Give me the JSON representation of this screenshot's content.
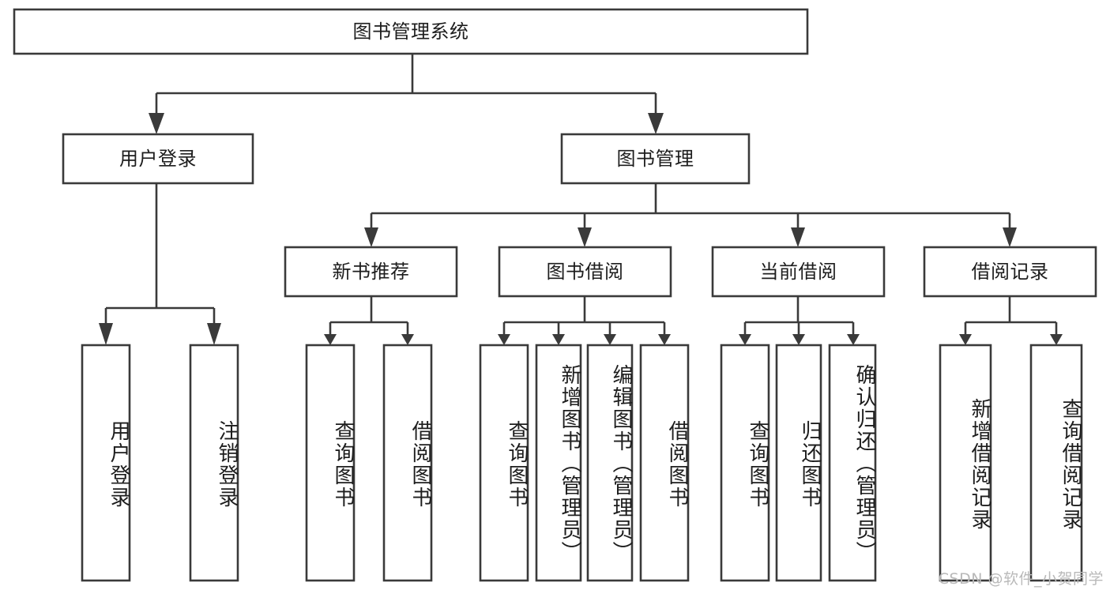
{
  "diagram": {
    "type": "tree",
    "title": "图书管理系统",
    "watermark": "CSDN @软件_小贺同学",
    "colors": {
      "stroke": "#3a3a3a",
      "fill": "#ffffff",
      "text": "#1d1d1d",
      "watermark": "#b9b9b9",
      "background": "#ffffff"
    },
    "nodes": {
      "root": {
        "label": "图书管理系统",
        "orientation": "horizontal",
        "level": 0
      },
      "l1_user_login": {
        "label": "用户登录",
        "orientation": "horizontal",
        "level": 1
      },
      "l1_book_manage": {
        "label": "图书管理",
        "orientation": "horizontal",
        "level": 1
      },
      "l2_new_book_rec": {
        "label": "新书推荐",
        "orientation": "horizontal",
        "level": 2
      },
      "l2_book_borrow": {
        "label": "图书借阅",
        "orientation": "horizontal",
        "level": 2
      },
      "l2_current_borrow": {
        "label": "当前借阅",
        "orientation": "horizontal",
        "level": 2
      },
      "l2_borrow_record": {
        "label": "借阅记录",
        "orientation": "horizontal",
        "level": 2
      },
      "leaf_user_login": {
        "label": "用户登录",
        "orientation": "vertical",
        "level": 3
      },
      "leaf_logout": {
        "label": "注销登录",
        "orientation": "vertical",
        "level": 3
      },
      "leaf_query_book_a": {
        "label": "查询图书",
        "orientation": "vertical",
        "level": 3
      },
      "leaf_borrow_book_a": {
        "label": "借阅图书",
        "orientation": "vertical",
        "level": 3
      },
      "leaf_query_book_b": {
        "label": "查询图书",
        "orientation": "vertical",
        "level": 3
      },
      "leaf_add_book": {
        "label": "新增图书（管理员）",
        "orientation": "vertical",
        "level": 3
      },
      "leaf_edit_book": {
        "label": "编辑图书（管理员）",
        "orientation": "vertical",
        "level": 3
      },
      "leaf_borrow_book_b": {
        "label": "借阅图书",
        "orientation": "vertical",
        "level": 3
      },
      "leaf_query_book_c": {
        "label": "查询图书",
        "orientation": "vertical",
        "level": 3
      },
      "leaf_return_book": {
        "label": "归还图书",
        "orientation": "vertical",
        "level": 3
      },
      "leaf_confirm_return": {
        "label": "确认归还（管理员）",
        "orientation": "vertical",
        "level": 3
      },
      "leaf_add_record": {
        "label": "新增借阅记录",
        "orientation": "vertical",
        "level": 3
      },
      "leaf_query_record": {
        "label": "查询借阅记录",
        "orientation": "vertical",
        "level": 3
      }
    },
    "edges": [
      {
        "from": "root",
        "to": "l1_user_login"
      },
      {
        "from": "root",
        "to": "l1_book_manage"
      },
      {
        "from": "l1_user_login",
        "to": "leaf_user_login"
      },
      {
        "from": "l1_user_login",
        "to": "leaf_logout"
      },
      {
        "from": "l1_book_manage",
        "to": "l2_new_book_rec"
      },
      {
        "from": "l1_book_manage",
        "to": "l2_book_borrow"
      },
      {
        "from": "l1_book_manage",
        "to": "l2_current_borrow"
      },
      {
        "from": "l1_book_manage",
        "to": "l2_borrow_record"
      },
      {
        "from": "l2_new_book_rec",
        "to": "leaf_query_book_a"
      },
      {
        "from": "l2_new_book_rec",
        "to": "leaf_borrow_book_a"
      },
      {
        "from": "l2_book_borrow",
        "to": "leaf_query_book_b"
      },
      {
        "from": "l2_book_borrow",
        "to": "leaf_add_book"
      },
      {
        "from": "l2_book_borrow",
        "to": "leaf_edit_book"
      },
      {
        "from": "l2_book_borrow",
        "to": "leaf_borrow_book_b"
      },
      {
        "from": "l2_current_borrow",
        "to": "leaf_query_book_c"
      },
      {
        "from": "l2_current_borrow",
        "to": "leaf_return_book"
      },
      {
        "from": "l2_current_borrow",
        "to": "leaf_confirm_return"
      },
      {
        "from": "l2_borrow_record",
        "to": "leaf_add_record"
      },
      {
        "from": "l2_borrow_record",
        "to": "leaf_query_record"
      }
    ]
  }
}
